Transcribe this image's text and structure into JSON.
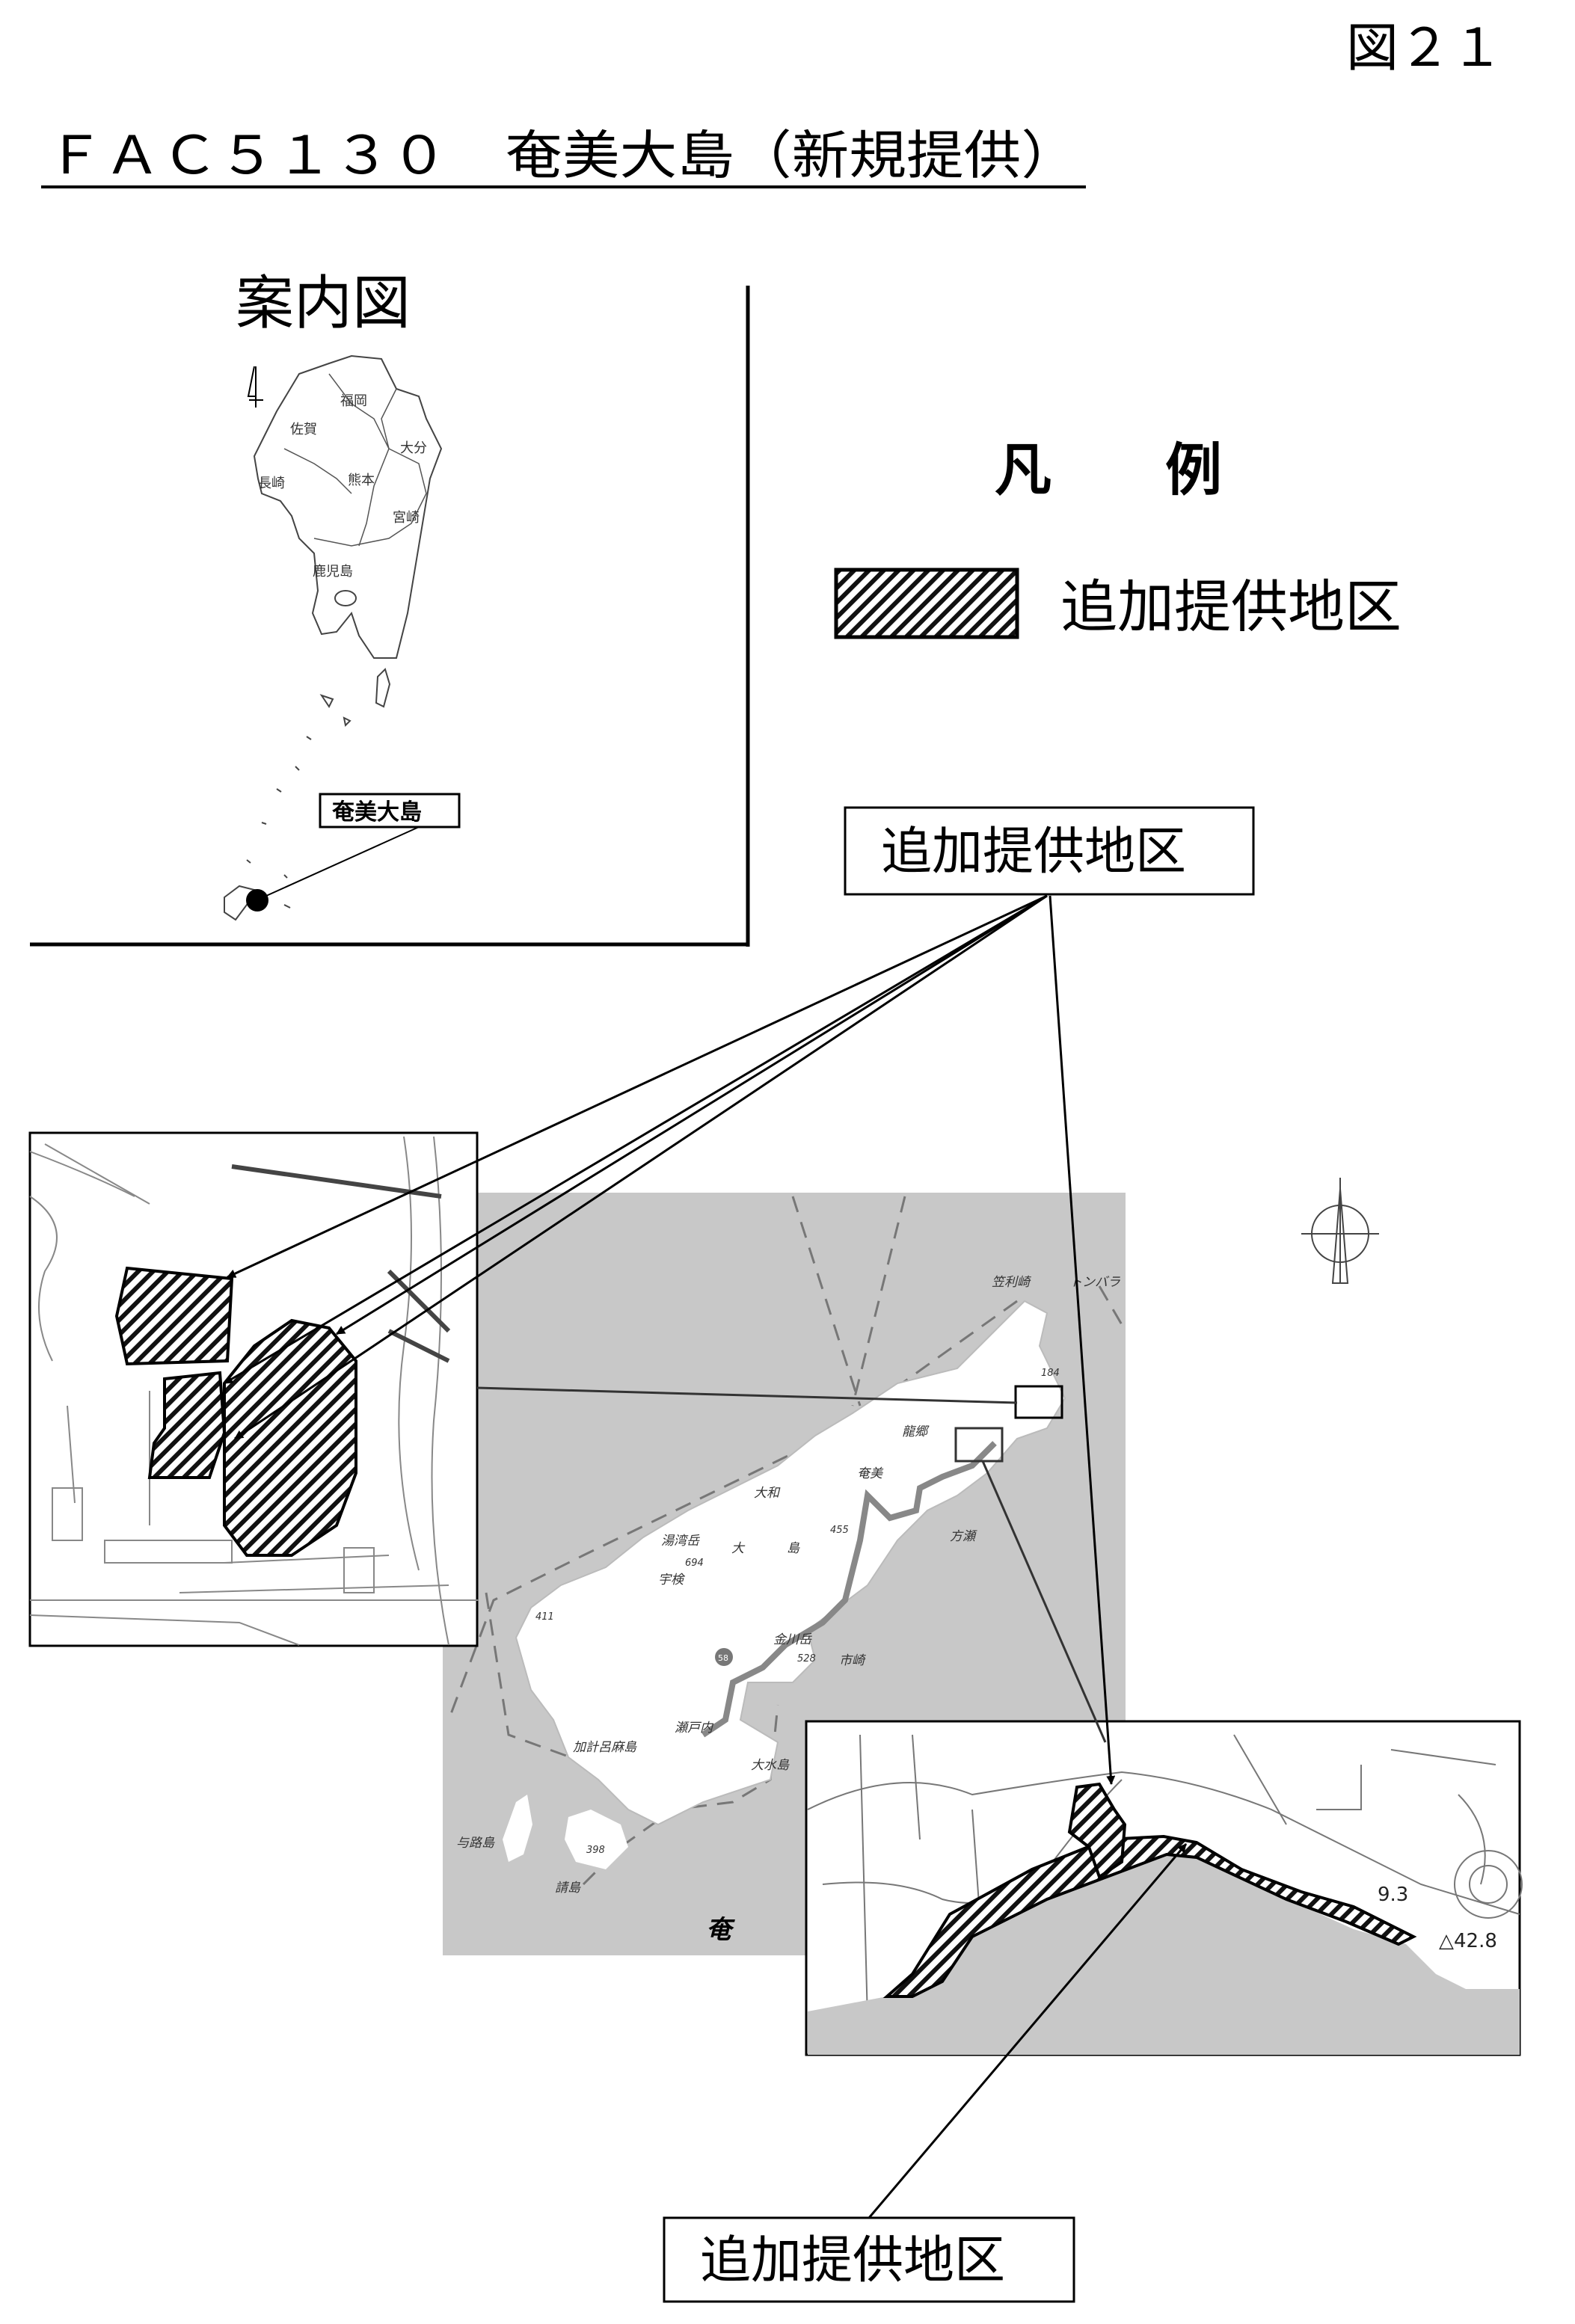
{
  "figure_number": "図２１",
  "title": "ＦＡＣ５１３０　奄美大島（新規提供）",
  "guide_map": {
    "heading": "案内図",
    "prefectures": [
      "福岡",
      "佐賀",
      "大分",
      "長崎",
      "熊本",
      "宮崎",
      "鹿児島"
    ],
    "callout": "奄美大島"
  },
  "legend": {
    "heading": "凡　　例",
    "items": [
      {
        "label": "追加提供地区",
        "pattern": "diagonal-hatch"
      }
    ]
  },
  "callouts": {
    "top": "追加提供地区",
    "bottom": "追加提供地区"
  },
  "island_map": {
    "background": "#c8c8c8",
    "places": [
      "笠利崎",
      "トンバラ",
      "龍郷",
      "奄美",
      "大和",
      "湯湾岳",
      "大",
      "島",
      "宇検",
      "方瀬",
      "金川岳",
      "市崎",
      "瀬戸内",
      "加計呂麻島",
      "大水島",
      "与路島",
      "請島",
      "奄"
    ],
    "elevations": [
      "184",
      "455",
      "694",
      "411",
      "528",
      "398"
    ],
    "route": "58"
  },
  "detail_map_east": {
    "elevations": [
      "9.3",
      "△42.8"
    ]
  }
}
